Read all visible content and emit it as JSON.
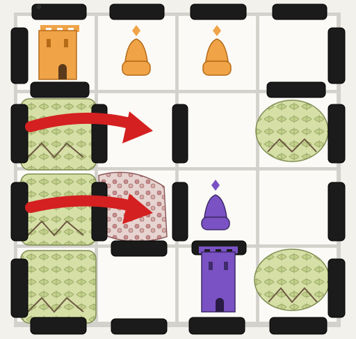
{
  "board": {
    "rows": 4,
    "cols": 4,
    "colors": {
      "orange": "#f0a347",
      "purple": "#7a52c4",
      "wall": "#1b1b1b",
      "tree": "#c9d59a",
      "arrow": "#d42020",
      "bramble": "#c9a0a0"
    }
  },
  "pieces": [
    {
      "name": "orange-tower",
      "type": "tower",
      "color": "orange",
      "row": 0,
      "col": 0
    },
    {
      "name": "orange-pawn",
      "type": "pawn",
      "color": "orange",
      "row": 0,
      "col": 1
    },
    {
      "name": "orange-pawn",
      "type": "pawn",
      "color": "orange",
      "row": 0,
      "col": 2
    },
    {
      "name": "purple-pawn",
      "type": "pawn",
      "color": "purple",
      "row": 2,
      "col": 2
    },
    {
      "name": "purple-tower",
      "type": "tower",
      "color": "purple",
      "row": 3,
      "col": 2
    }
  ],
  "terrain": [
    {
      "type": "forest",
      "row": 1,
      "col": 0
    },
    {
      "type": "forest",
      "row": 2,
      "col": 0
    },
    {
      "type": "forest",
      "row": 3,
      "col": 0
    },
    {
      "type": "forest",
      "row": 1,
      "col": 3
    },
    {
      "type": "forest",
      "row": 3,
      "col": 3
    },
    {
      "type": "bramble",
      "row": 2,
      "col": 1
    }
  ],
  "arrows": [
    {
      "from_row": 1,
      "from_col": 0,
      "to_row": 1,
      "to_col": 1
    },
    {
      "from_row": 2,
      "from_col": 0,
      "to_row": 2,
      "to_col": 1
    }
  ]
}
